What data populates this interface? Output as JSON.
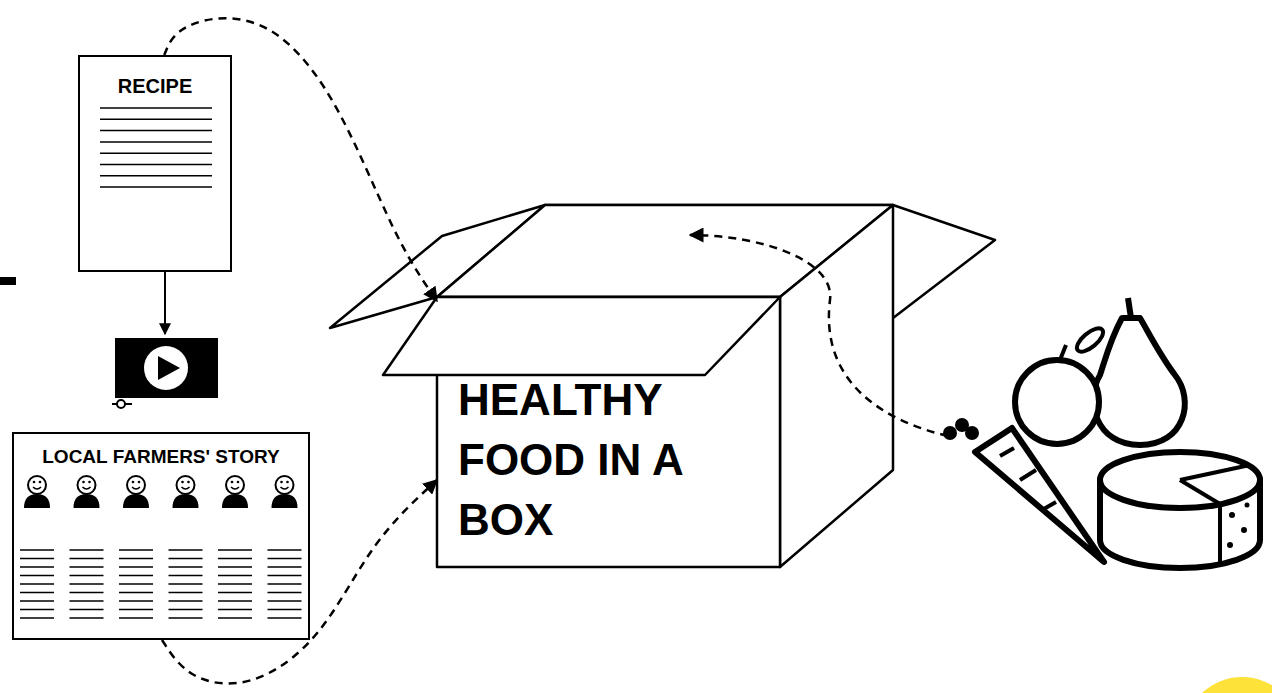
{
  "diagram": {
    "nodes": [
      {
        "text": [
          "RECIPE"
        ]
      },
      {
        "text": [
          "LOCAL FARMERS' STORY"
        ]
      },
      {
        "text": [
          "HEALTHY FOOD IN A BOX"
        ]
      }
    ],
    "edges": [
      {
        "from": 0,
        "to": 2,
        "arrow": "to"
      },
      {
        "from": 1,
        "to": 2,
        "arrow": "to"
      }
    ]
  }
}
